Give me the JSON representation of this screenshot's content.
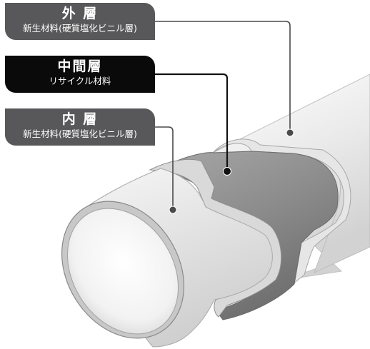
{
  "layers": [
    {
      "id": "outer",
      "title": "外 層",
      "subtitle": "新生材料(硬質塩化ビニル層)",
      "box_color": "#58585a"
    },
    {
      "id": "middle",
      "title": "中間層",
      "subtitle": "リサイクル材料",
      "box_color": "#0a0a0a"
    },
    {
      "id": "inner",
      "title": "内 層",
      "subtitle": "新生材料(硬質塩化ビニル層)",
      "box_color": "#58585a"
    }
  ],
  "colors": {
    "pipe_white": "#f4f4f4",
    "middle_grey": "#8e8e8e",
    "leader_line": "#4a4a4a"
  }
}
